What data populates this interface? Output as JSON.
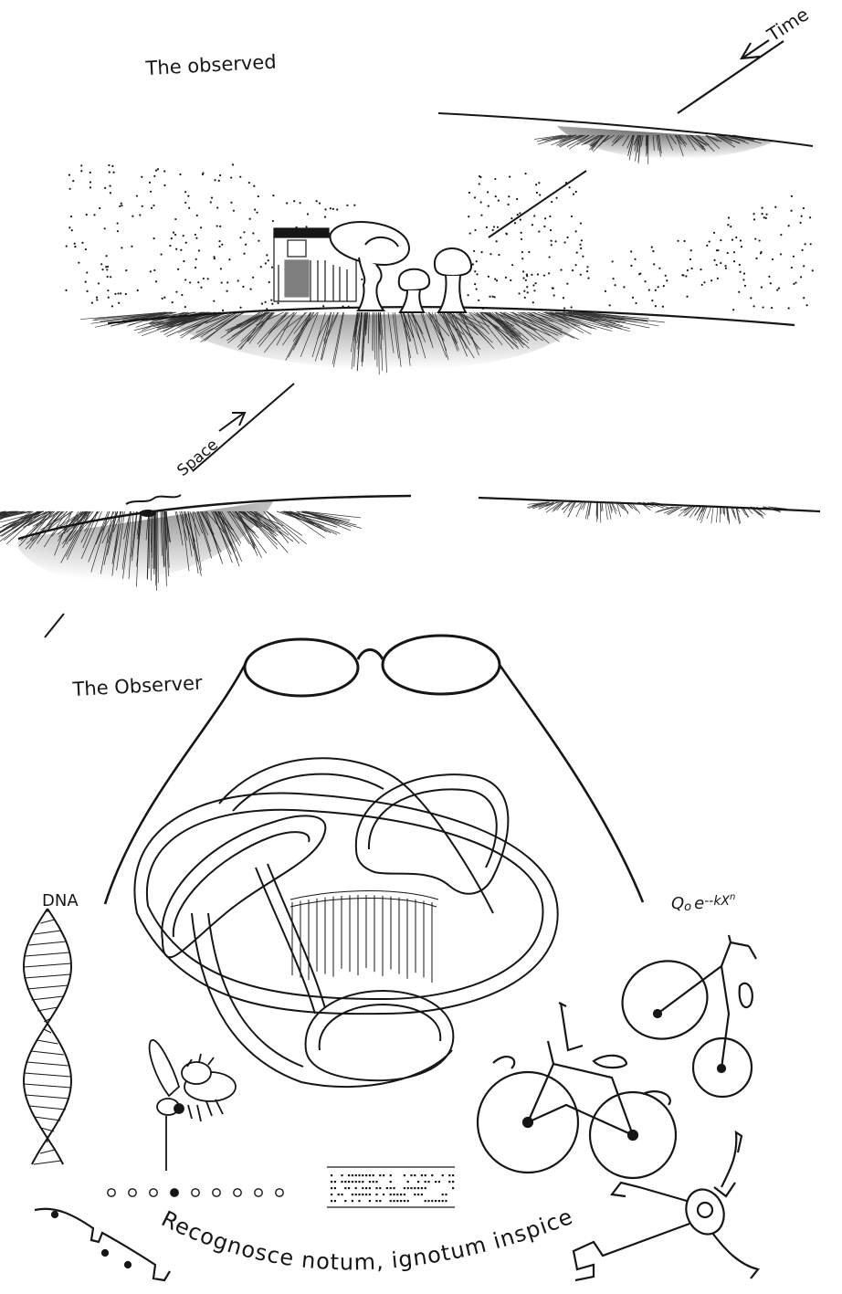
{
  "labels": {
    "observed": "The observed",
    "time": "Time",
    "space": "Space",
    "observer": "The Observer",
    "dna": "DNA",
    "formula_main": "Q",
    "formula_sub": "o",
    "formula_exp": "e",
    "formula_rest": "--kX",
    "formula_power": "n",
    "motto": "Recognosce notum, ignotum inspice"
  },
  "colors": {
    "ink": "#161616",
    "paper": "#ffffff"
  }
}
